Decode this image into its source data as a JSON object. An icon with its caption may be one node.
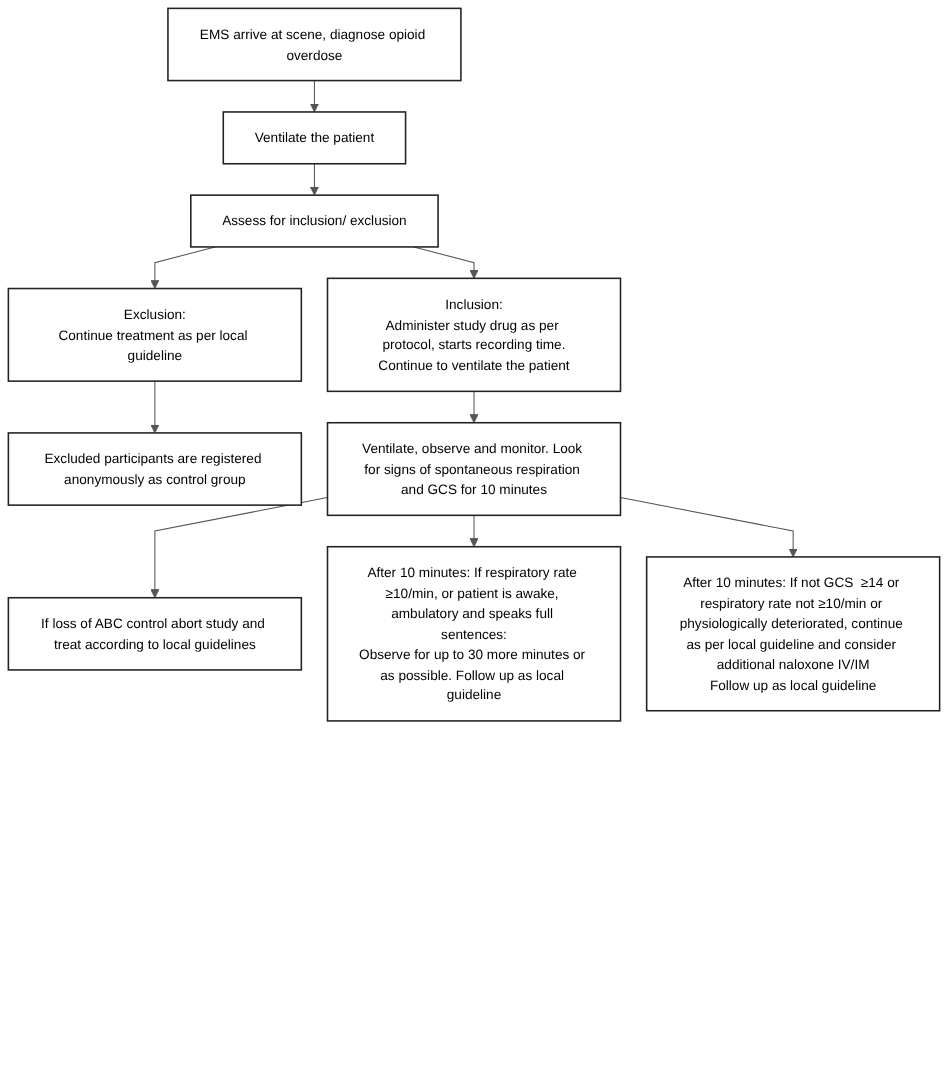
{
  "diagram": {
    "nodes": [
      {
        "text": [
          "EMS arrive at scene, diagnose opioid overdose"
        ]
      },
      {
        "text": [
          "Ventilate the patient"
        ]
      },
      {
        "text": [
          "Assess for inclusion/ exclusion"
        ]
      },
      {
        "text": [
          "Exclusion:",
          "Continue treatment as per local guideline"
        ]
      },
      {
        "text": [
          "Inclusion:",
          "Administer study drug as per protocol, starts recording time.",
          "Continue to ventilate the patient"
        ]
      },
      {
        "text": [
          "Excluded participants are registered anonymously as control group"
        ]
      },
      {
        "text": [
          "Ventilate, observe and monitor. Look for signs of spontaneous respiration and GCS for 10 minutes"
        ]
      },
      {
        "text": [
          "If loss of ABC control abort study and treat according to local guidelines"
        ]
      },
      {
        "text": [
          "After 10 minutes: If respiratory rate ≥10/min, or patient is awake, ambulatory and speaks full sentences:",
          "Observe for up to 30 more minutes or as possible. Follow up as local guideline"
        ]
      },
      {
        "text": [
          "After 10 minutes: If not GCS  ≥14 or respiratory rate not ≥10/min or physiologically deteriorated, continue as per local guideline and consider additional naloxone IV/IM",
          "Follow up as local guideline"
        ]
      }
    ],
    "edges": [
      {
        "from": 0,
        "to": 1,
        "arrow": "to"
      },
      {
        "from": 1,
        "to": 2,
        "arrow": "to"
      },
      {
        "from": 2,
        "to": 3,
        "arrow": "to"
      },
      {
        "from": 2,
        "to": 4,
        "arrow": "to"
      },
      {
        "from": 3,
        "to": 5,
        "arrow": "to"
      },
      {
        "from": 4,
        "to": 6,
        "arrow": "to"
      },
      {
        "from": 6,
        "to": 7,
        "arrow": "to"
      },
      {
        "from": 6,
        "to": 8,
        "arrow": "to"
      },
      {
        "from": 6,
        "to": 9,
        "arrow": "to"
      }
    ]
  }
}
